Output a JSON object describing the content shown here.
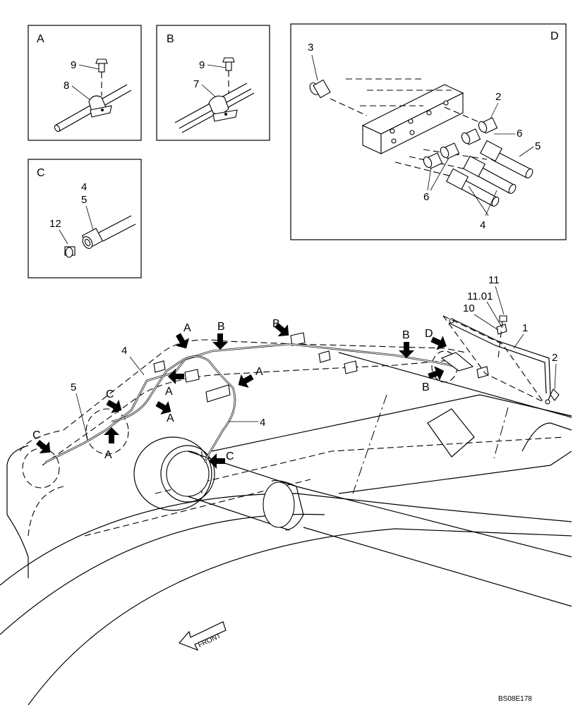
{
  "panels": {
    "a": {
      "letter": "A",
      "labels": [
        "9",
        "8"
      ]
    },
    "b": {
      "letter": "B",
      "labels": [
        "9",
        "7"
      ]
    },
    "c": {
      "letter": "C",
      "labels": [
        "4",
        "5",
        "12"
      ]
    },
    "d": {
      "letter": "D",
      "labels": [
        "3",
        "2",
        "6",
        "5",
        "6",
        "4"
      ]
    }
  },
  "main": {
    "callouts": [
      "11",
      "11.01",
      "10",
      "1",
      "2",
      "4",
      "5",
      "4"
    ],
    "views": [
      "A",
      "B",
      "B",
      "B",
      "D",
      "B",
      "C",
      "A",
      "A",
      "A",
      "C",
      "A",
      "C",
      "A"
    ]
  },
  "front_label": "FRONT",
  "code": "BS08E178"
}
